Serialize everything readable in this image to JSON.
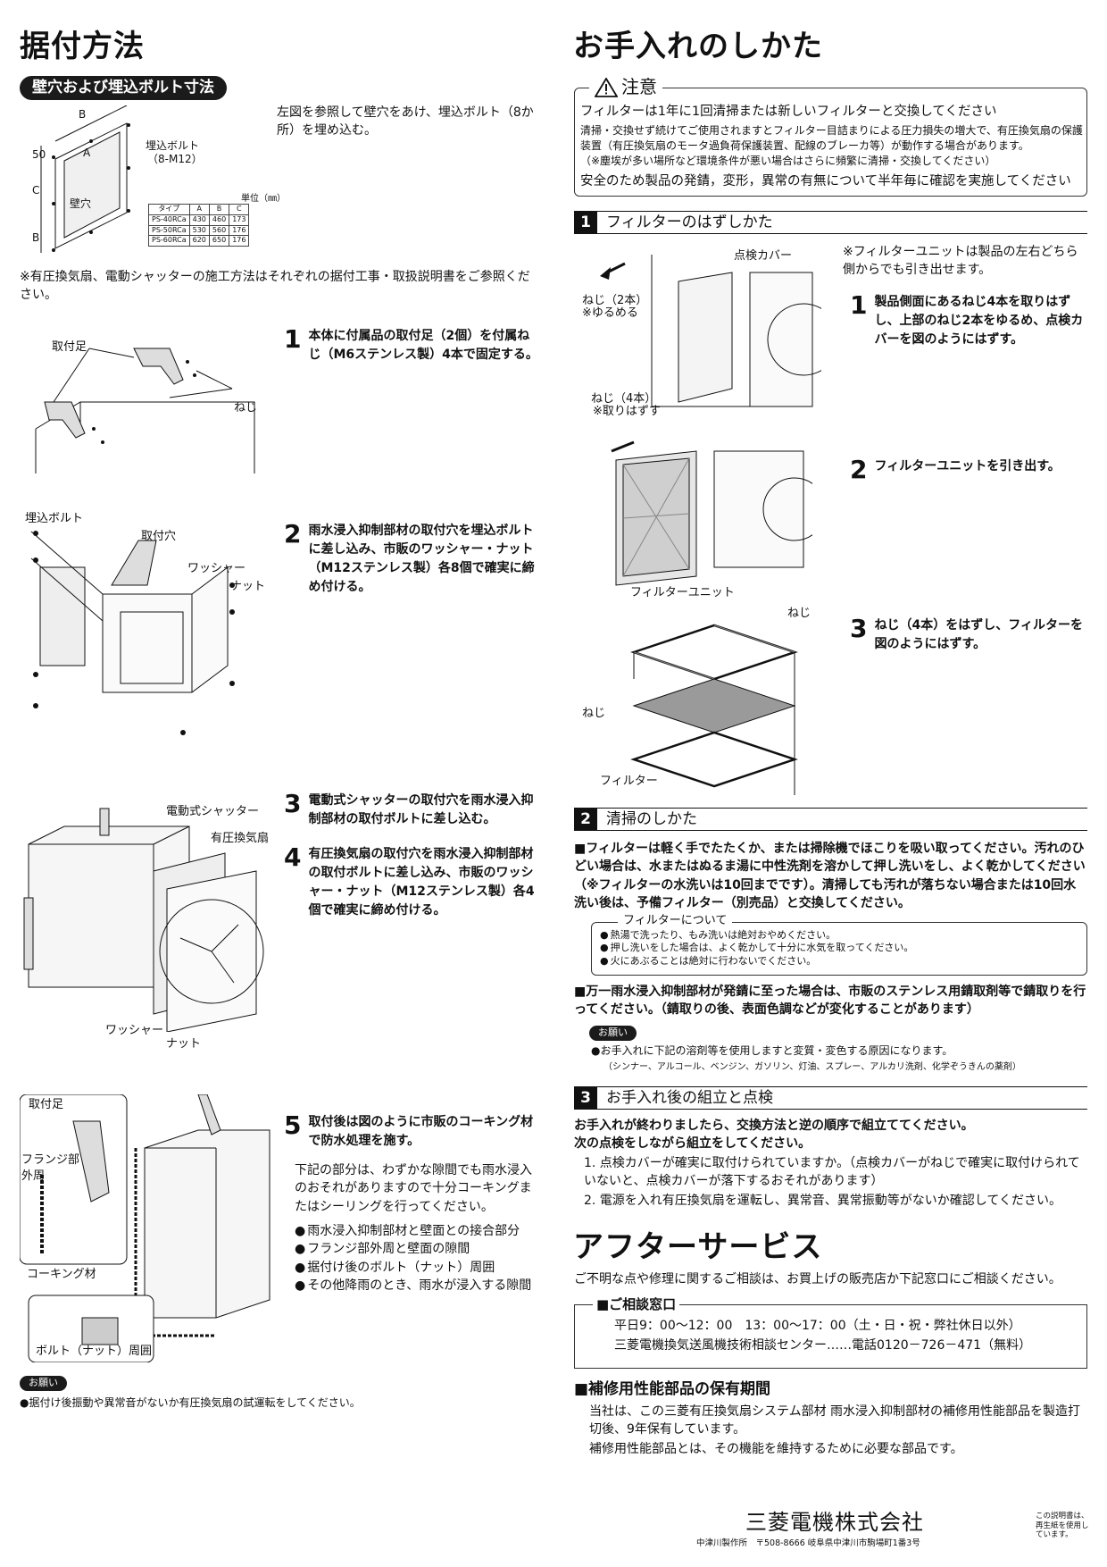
{
  "left": {
    "title": "据付方法",
    "wall_section": {
      "pill": "壁穴および埋込ボルト寸法",
      "instruction": "左図を参照して壁穴をあけ、埋込ボルト（8か所）を埋め込む。",
      "diagram_labels": {
        "b": "B",
        "a": "A",
        "c": "C",
        "dim50": "50",
        "bolt": "埋込ボルト",
        "bolt_spec": "（8-M12）",
        "hole": "壁穴"
      },
      "unit": "単位（㎜）",
      "table_header": [
        "タイプ",
        "A",
        "B",
        "C"
      ],
      "table_rows": [
        [
          "PS-40RCa",
          "430",
          "460",
          "173"
        ],
        [
          "PS-50RCa",
          "530",
          "560",
          "176"
        ],
        [
          "PS-60RCa",
          "620",
          "650",
          "176"
        ]
      ]
    },
    "note": "※有圧換気扇、電動シャッターの施工方法はそれぞれの据付工事・取扱説明書をご参照ください。",
    "steps": [
      {
        "num": "1",
        "text": "本体に付属品の取付足（2個）を付属ねじ（M6ステンレス製）4本で固定する。"
      },
      {
        "num": "2",
        "text": "雨水浸入抑制部材の取付穴を埋込ボルトに差し込み、市販のワッシャー・ナット（M12ステンレス製）各8個で確実に締め付ける。"
      },
      {
        "num": "3",
        "text": "電動式シャッターの取付穴を雨水浸入抑制部材の取付ボルトに差し込む。"
      },
      {
        "num": "4",
        "text": "有圧換気扇の取付穴を雨水浸入抑制部材の取付ボルトに差し込み、市販のワッシャー・ナット（M12ステンレス製）各4個で確実に締め付ける。"
      },
      {
        "num": "5",
        "text": "取付後は図のように市販のコーキング材で防水処理を施す。"
      }
    ],
    "labels_step1": {
      "foot": "取付足",
      "screw": "ねじ"
    },
    "labels_step2": {
      "bolt": "埋込ボルト",
      "hole": "取付穴",
      "washer": "ワッシャー",
      "nut": "ナット"
    },
    "labels_step34": {
      "shutter": "電動式シャッター",
      "fan": "有圧換気扇",
      "washer": "ワッシャー",
      "nut": "ナット"
    },
    "labels_step5": {
      "foot": "取付足",
      "flange": "フランジ部外周",
      "caulk": "コーキング材",
      "bolt_nut": "ボルト（ナット）周囲"
    },
    "step5_desc": "下記の部分は、わずかな隙間でも雨水浸入のおそれがありますので十分コーキングまたはシーリングを行ってください。",
    "step5_list": [
      "雨水浸入抑制部材と壁面との接合部分",
      "フランジ部外周と壁面の隙間",
      "据付け後のボルト（ナット）周囲",
      "その他降雨のとき、雨水が浸入する隙間"
    ],
    "request_pill": "お願い",
    "request_text": "●据付け後振動や異常音がないか有圧換気扇の試運転をしてください。"
  },
  "right": {
    "title": "お手入れのしかた",
    "caution": {
      "title": "注意",
      "line1": "フィルターは1年に1回清掃または新しいフィルターと交換してください",
      "line2": "清掃・交換せず続けてご使用されますとフィルター目詰まりによる圧力損失の増大で、有圧換気扇の保護装置（有圧換気扇のモータ過負荷保護装置、配線のブレーカ等）が動作する場合があります。",
      "line3": "（※塵埃が多い場所など環境条件が悪い場合はさらに頻繁に清掃・交換してください）",
      "line4": "安全のため製品の発錆，変形，異常の有無について半年毎に確認を実施してください"
    },
    "sec1": {
      "num": "1",
      "label": "フィルターのはずしかた",
      "note": "※フィルターユニットは製品の左右どちら側からでも引き出せます。",
      "steps": [
        {
          "num": "1",
          "text": "製品側面にあるねじ4本を取りはずし、上部のねじ2本をゆるめ、点検カバーを図のようにはずす。"
        },
        {
          "num": "2",
          "text": "フィルターユニットを引き出す。"
        },
        {
          "num": "3",
          "text": "ねじ（4本）をはずし、フィルターを図のようにはずす。"
        }
      ],
      "labels": {
        "cover": "点検カバー",
        "screw2": "ねじ（2本）",
        "loosen": "※ゆるめる",
        "screw4": "ねじ（4本）",
        "remove": "※取りはずす",
        "unit": "フィルターユニット",
        "screw": "ねじ",
        "screw_b": "ねじ",
        "filter": "フィルター"
      }
    },
    "sec2": {
      "num": "2",
      "label": "清掃のしかた",
      "p1": "■フィルターは軽く手でたたくか、または掃除機でほこりを吸い取ってください。汚れのひどい場合は、水またはぬるま湯に中性洗剤を溶かして押し洗いをし、よく乾かしてください（※フィルターの水洗いは10回までです）。清掃しても汚れが落ちない場合または10回水洗い後は、予備フィルター（別売品）と交換してください。",
      "filter_box_title": "フィルターについて",
      "filter_box_items": [
        "熱湯で洗ったり、もみ洗いは絶対おやめください。",
        "押し洗いをした場合は、よく乾かして十分に水気を取ってください。",
        "火にあぶることは絶対に行わないでください。"
      ],
      "p2": "■万一雨水浸入抑制部材が発錆に至った場合は、市販のステンレス用錆取剤等で錆取りを行ってください。（錆取りの後、表面色調などが変化することがあります）",
      "request_pill": "お願い",
      "request_line1": "●お手入れに下記の溶剤等を使用しますと変質・変色する原因になります。",
      "request_line2": "（シンナー、アルコール、ベンジン、ガソリン、灯油、スプレー、アルカリ洗剤、化学ぞうきんの薬剤）"
    },
    "sec3": {
      "num": "3",
      "label": "お手入れ後の組立と点検",
      "p1": "お手入れが終わりましたら、交換方法と逆の順序で組立ててください。",
      "p2": "次の点検をしながら組立をしてください。",
      "items": [
        "1. 点検カバーが確実に取付けられていますか。（点検カバーがねじで確実に取付けられていないと、点検カバーが落下するおそれがあります）",
        "2. 電源を入れ有圧換気扇を運転し、異常音、異常振動等がないか確認してください。"
      ]
    },
    "after": {
      "title": "アフターサービス",
      "desc": "ご不明な点や修理に関するご相談は、お買上げの販売店か下記窓口にご相談ください。",
      "box_title": "■ご相談窓口",
      "hours": "平日9：00～12：00　13：00～17：00（土・日・祝・弊社休日以外）",
      "center": "三菱電機換気送風機技術相談センター……電話0120－726－471（無料）"
    },
    "parts": {
      "title": "■補修用性能部品の保有期間",
      "p1": "当社は、この三菱有圧換気扇システム部材 雨水浸入抑制部材の補修用性能部品を製造打切後、9年保有しています。",
      "p2": "補修用性能部品とは、その機能を維持するために必要な部品です。"
    },
    "footer": {
      "company": "三菱電機株式会社",
      "address": "中津川製作所　〒508-8666 岐阜県中津川市駒場町1番3号",
      "recycle": "この説明書は、再生紙を使用しています。"
    }
  }
}
